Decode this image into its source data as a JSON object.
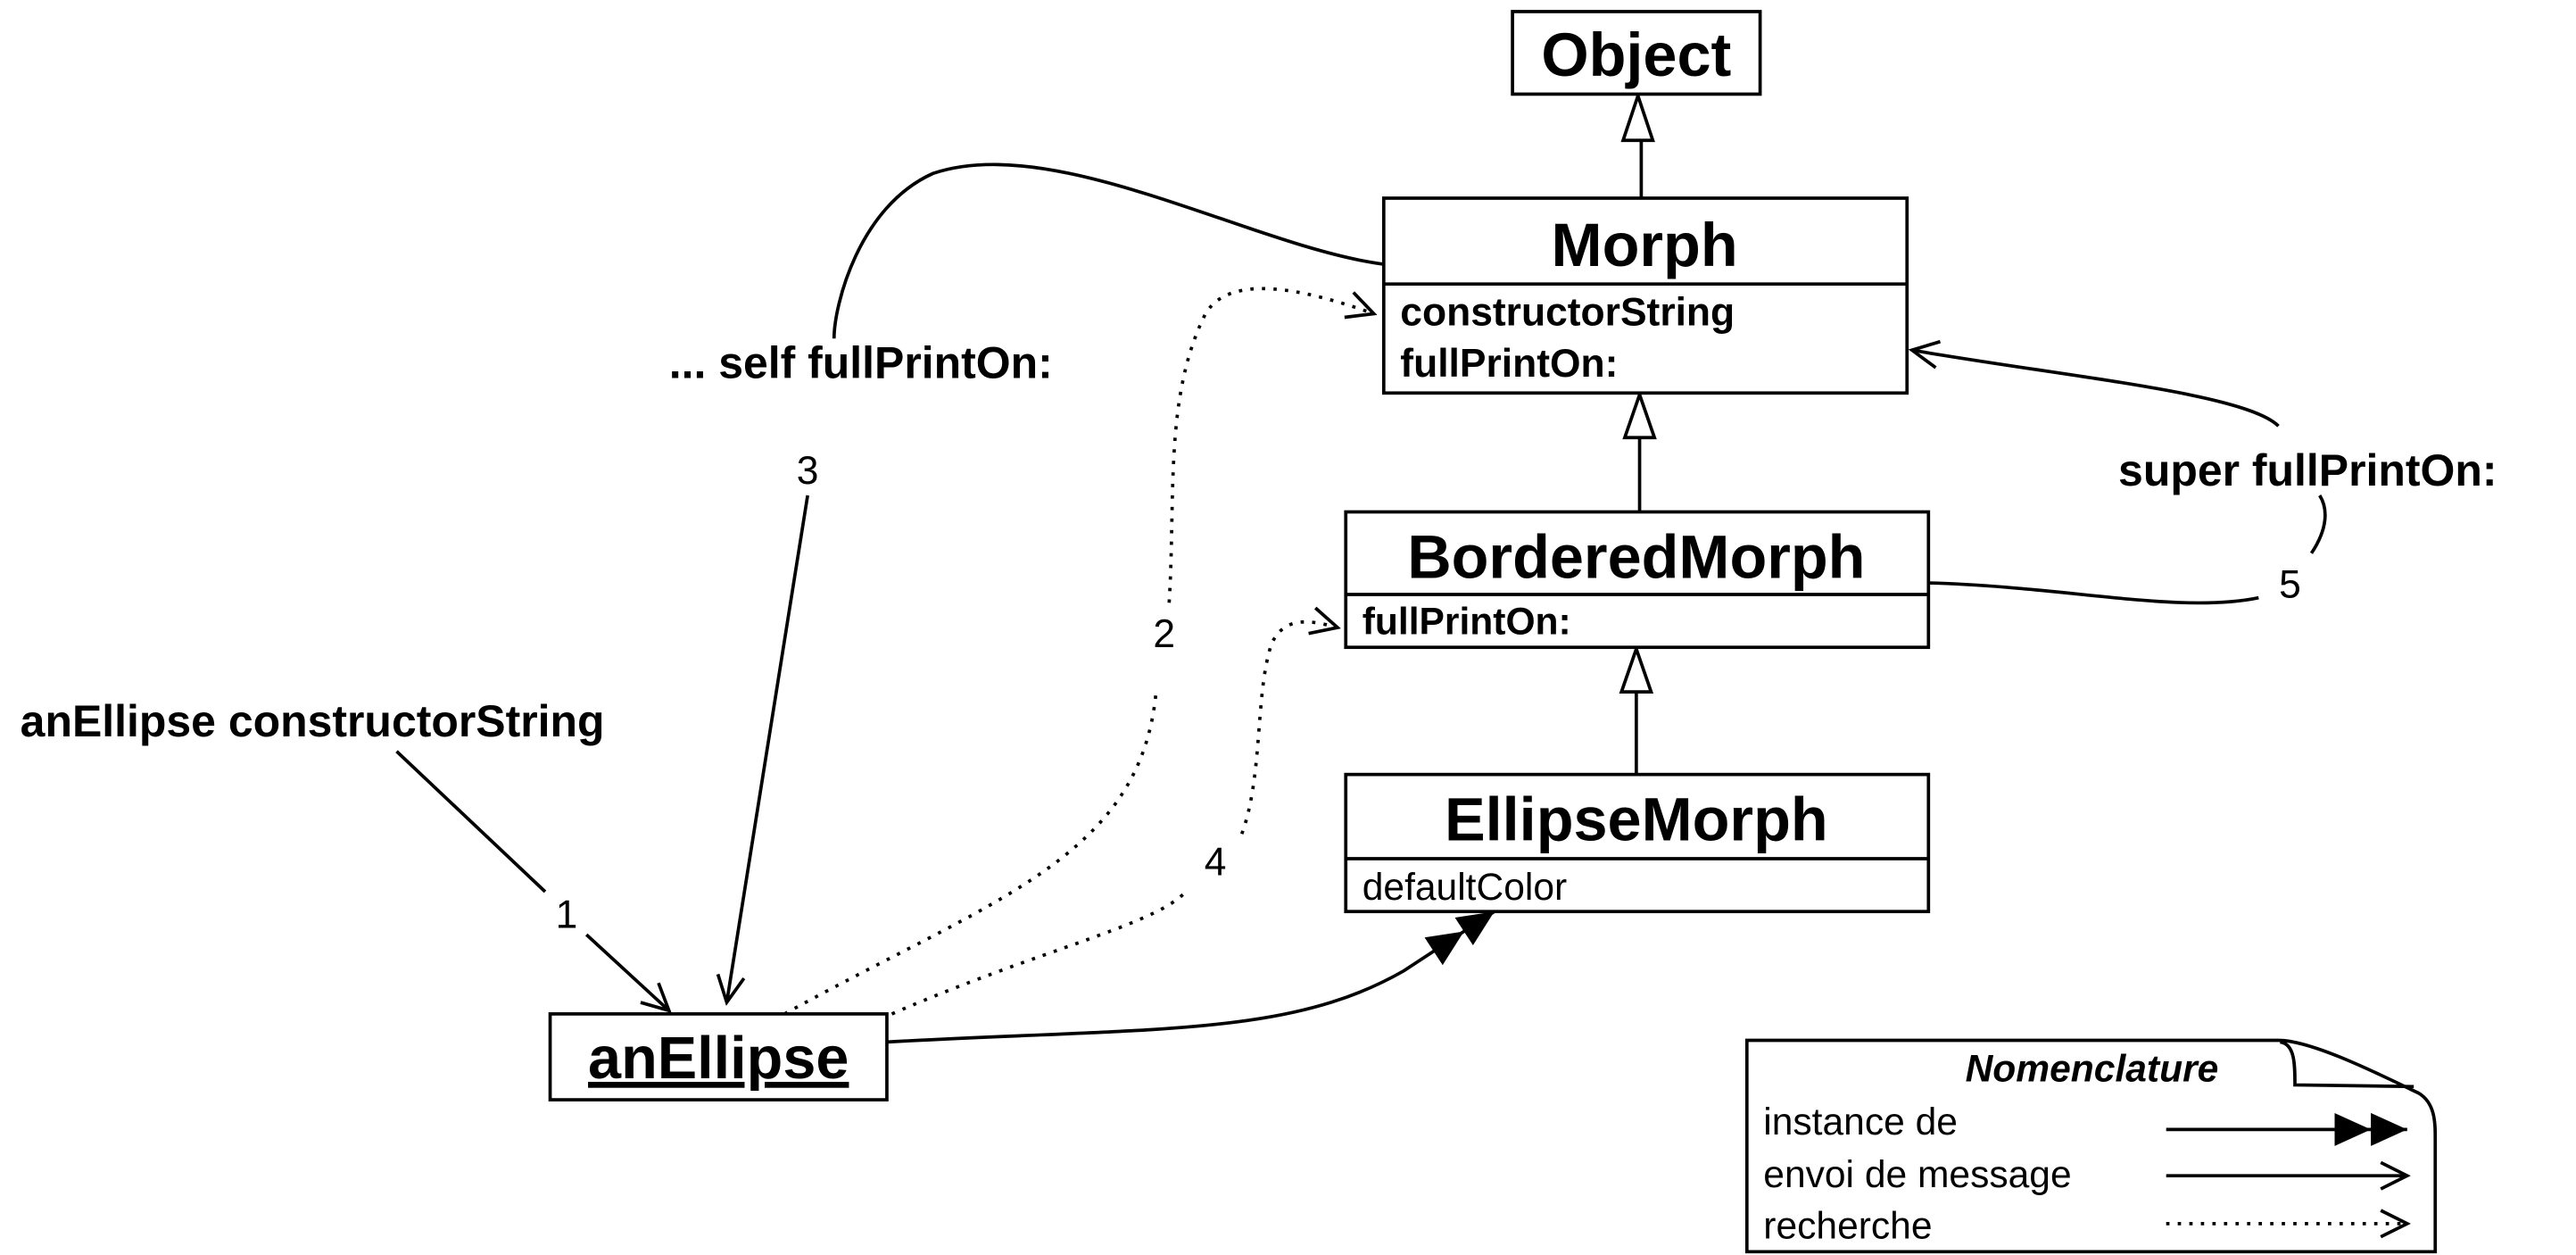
{
  "classes": {
    "object": {
      "name": "Object"
    },
    "morph": {
      "name": "Morph",
      "methods": [
        "constructorString",
        "fullPrintOn:"
      ]
    },
    "bordered_morph": {
      "name": "BorderedMorph",
      "methods": [
        "fullPrintOn:"
      ]
    },
    "ellipse_morph": {
      "name": "EllipseMorph",
      "methods": [
        "defaultColor"
      ]
    }
  },
  "instance": {
    "name": "anEllipse"
  },
  "messages": {
    "initial": "anEllipse constructorString",
    "self_call": "... self fullPrintOn:",
    "super_call": "super fullPrintOn:"
  },
  "steps": [
    "1",
    "2",
    "3",
    "4",
    "5"
  ],
  "legend": {
    "title": "Nomenclature",
    "items": [
      {
        "label": "instance de",
        "arrow": "double-filled"
      },
      {
        "label": "envoi de message",
        "arrow": "open-solid"
      },
      {
        "label": "recherche",
        "arrow": "open-dotted"
      }
    ]
  },
  "colors": {
    "ink": "#000000",
    "background": "#ffffff"
  }
}
